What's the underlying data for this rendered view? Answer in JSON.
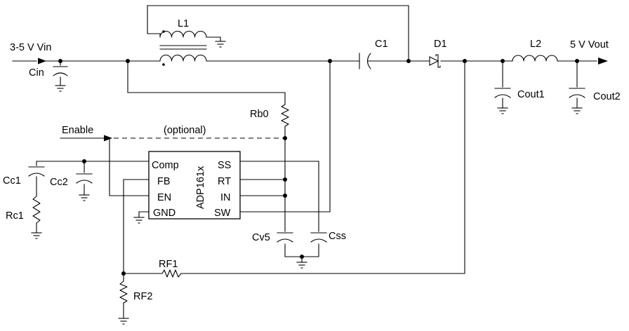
{
  "labels": {
    "vin": "3-5 V Vin",
    "vout": "5 V Vout",
    "cin": "Cin",
    "l1": "L1",
    "c1": "C1",
    "d1": "D1",
    "l2": "L2",
    "cout1": "Cout1",
    "cout2": "Cout2",
    "rb0": "Rb0",
    "enable": "Enable",
    "optional": "(optional)",
    "cc1": "Cc1",
    "cc2": "Cc2",
    "rc1": "Rc1",
    "cv5": "Cv5",
    "css": "Css",
    "rf1": "RF1",
    "rf2": "RF2"
  },
  "ic": {
    "name": "ADP161x",
    "left_pins": [
      "Comp",
      "FB",
      "EN",
      "GND"
    ],
    "right_pins": [
      "SS",
      "RT",
      "IN",
      "SW"
    ]
  }
}
